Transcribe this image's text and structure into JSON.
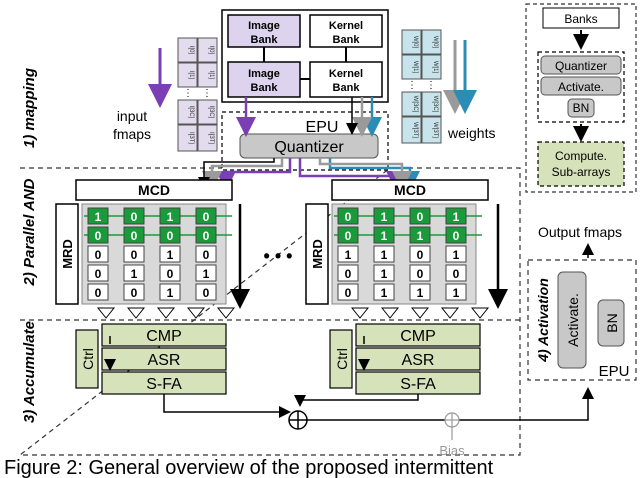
{
  "phases": {
    "mapping": "1) mapping",
    "parallel_and": "2) Parallel AND",
    "accumulate": "3) Accumulate",
    "activation": "4) Activation"
  },
  "banks": {
    "image_top": "Image\nBank",
    "image_bottom": "Image\nBank",
    "kernel_top": "Kernel\nBank",
    "kernel_bottom": "Kernel\nBank"
  },
  "epu_label": "EPU",
  "quantizer": "Quantizer",
  "input_fmaps": "input\nfmaps",
  "weights": "weights",
  "fmap_cells": [
    "I[0]",
    "I[0]",
    "I[1]",
    "I[1]",
    "I[3C]",
    "I[3C]",
    "I[3T]",
    "I[3T]"
  ],
  "weight_cells": [
    "W[0]",
    "W[0]",
    "W[1]",
    "W[1]",
    "W[3C]",
    "W[3C]",
    "W[3T]",
    "W[3T]"
  ],
  "array_left": {
    "mcd": "MCD",
    "mrd": "MRD",
    "rows": [
      [
        "1",
        "0",
        "1",
        "0"
      ],
      [
        "0",
        "0",
        "0",
        "0"
      ],
      [
        "0",
        "0",
        "1",
        "0"
      ],
      [
        "0",
        "1",
        "0",
        "1"
      ],
      [
        "0",
        "0",
        "1",
        "0"
      ]
    ]
  },
  "array_right": {
    "mcd": "MCD",
    "mrd": "MRD",
    "rows": [
      [
        "0",
        "1",
        "0",
        "1"
      ],
      [
        "0",
        "1",
        "1",
        "0"
      ],
      [
        "1",
        "1",
        "0",
        "1"
      ],
      [
        "0",
        "1",
        "0",
        "0"
      ],
      [
        "0",
        "1",
        "1",
        "1"
      ]
    ]
  },
  "ellipsis": "• • •",
  "accum_left": {
    "ctrl": "Ctrl",
    "cmp": "CMP",
    "asr": "ASR",
    "sfa": "S-FA"
  },
  "accum_right": {
    "ctrl": "Ctrl",
    "cmp": "CMP",
    "asr": "ASR",
    "sfa": "S-FA"
  },
  "bias": "Bias",
  "activation_block": {
    "activate": "Activate.",
    "bn": "BN",
    "epu": "EPU"
  },
  "output_fmaps": "Output fmaps",
  "legend": {
    "banks": "Banks",
    "quantizer": "Quantizer",
    "activate": "Activate.",
    "bn": "BN",
    "compute": "Compute.\nSub-arrays"
  },
  "caption": "Figure 2: General overview of the proposed intermittent",
  "colors": {
    "bank_fill": "#ddd3ee",
    "fmap_fill": "#e3dcef",
    "weight_fill": "#c7e3ec",
    "compute_green": "#d6e2b9",
    "cell_green": "#1a9a3a",
    "grey_block": "#c8c8c8",
    "array_bg": "#d9d9d9",
    "purple_arrow": "#7a3fb5",
    "teal_arrow": "#2b8cb5",
    "grey_arrow": "#9a9a9a"
  }
}
